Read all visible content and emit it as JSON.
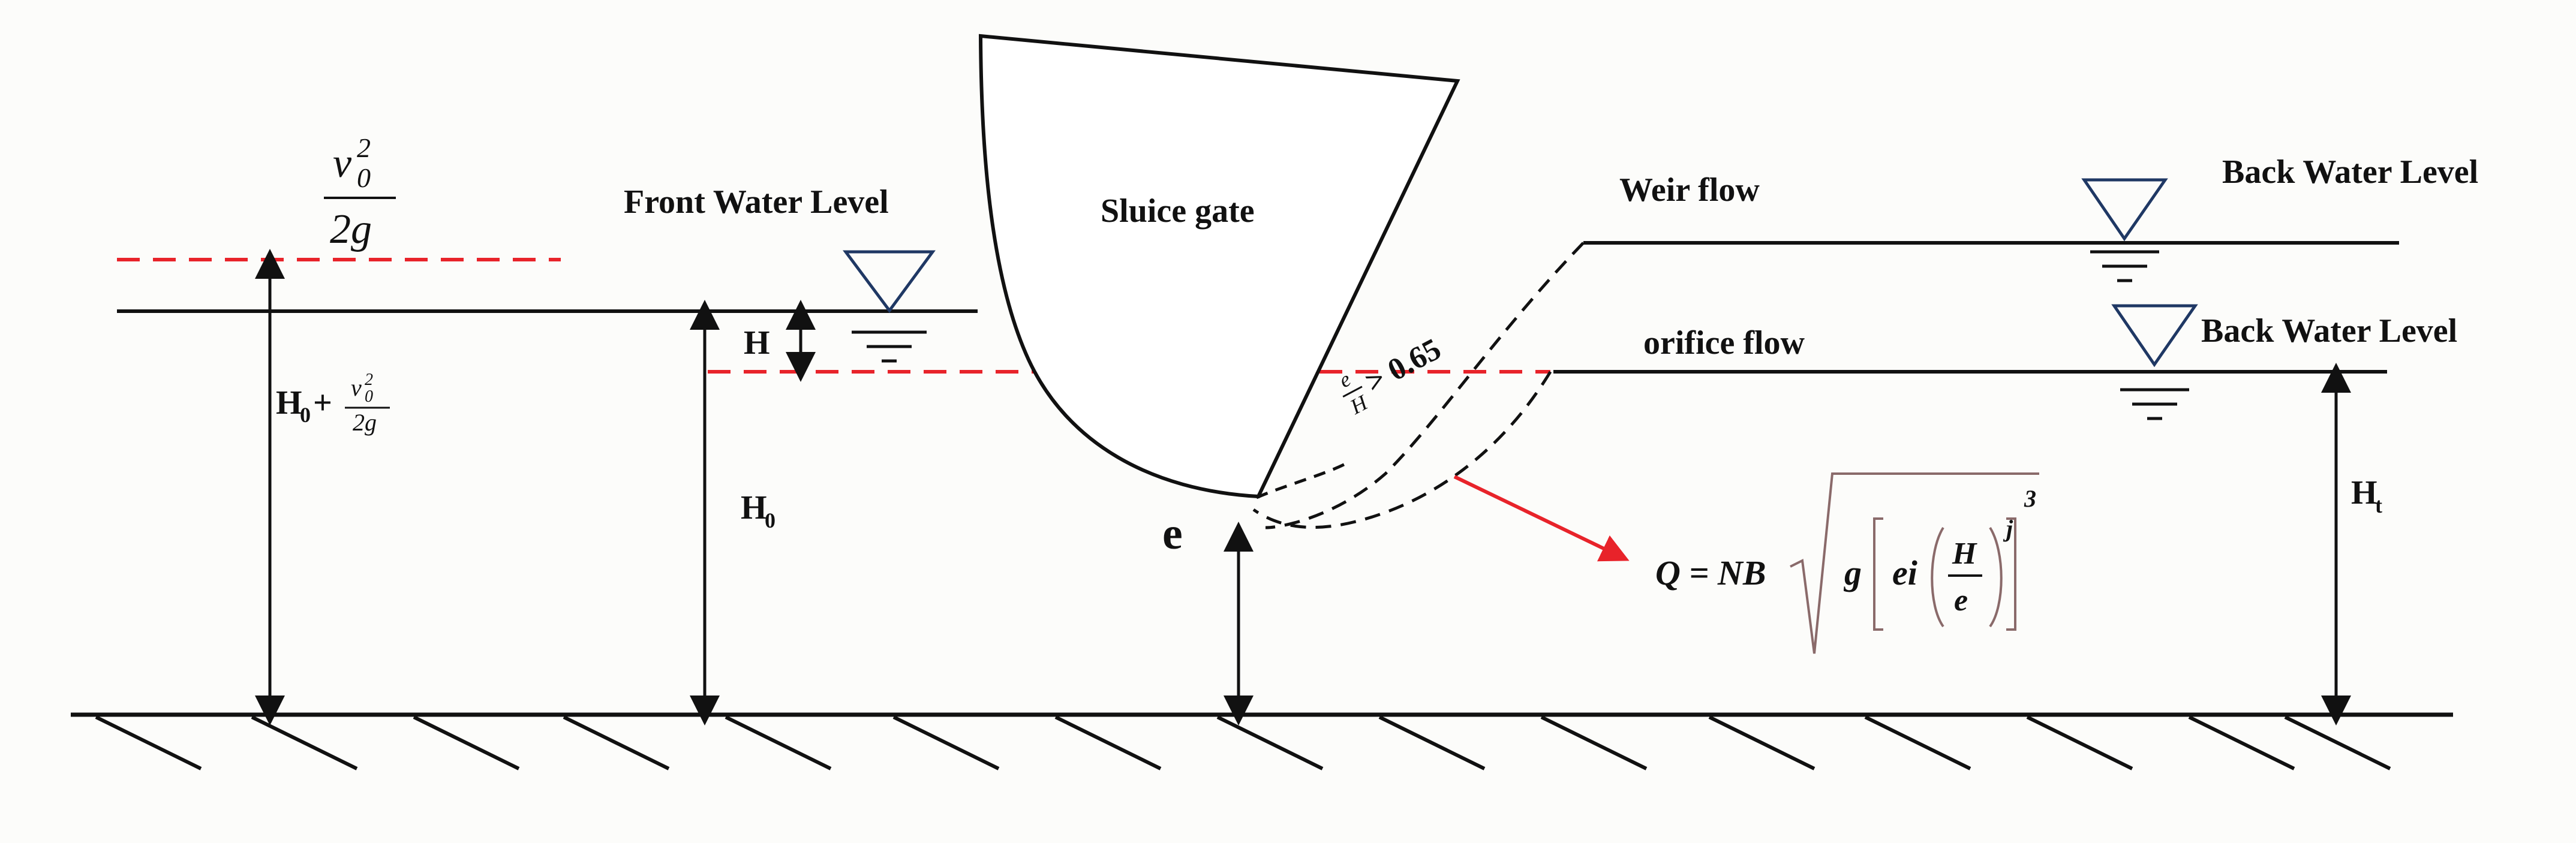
{
  "labels": {
    "front_water_level": "Front Water Level",
    "sluice_gate": "Sluice gate",
    "weir_flow": "Weir flow",
    "orifice_flow": "orifice flow",
    "back_water_level_upper": "Back Water Level",
    "back_water_level_lower": "Back Water Level",
    "velocity_head_num": "v",
    "velocity_head_sup": "2",
    "velocity_head_sub": "0",
    "velocity_head_den": "2g",
    "total_head_prefix": "H",
    "total_head_sub": "0",
    "total_head_plus": "+",
    "total_head_frac_num": "v",
    "total_head_frac_sup": "2",
    "total_head_frac_sub": "0",
    "total_head_frac_den": "2g",
    "h_label": "H",
    "h0_label": "H",
    "h0_sub": "0",
    "ht_label": "H",
    "ht_sub": "t",
    "e_label": "e",
    "ratio_num": "e",
    "ratio_den": "H",
    "ratio_op": "> 0.65"
  },
  "formula": {
    "lhs": "Q = NB",
    "g": "g",
    "ei": "ei",
    "frac_num": "H",
    "frac_den": "e",
    "exp_j": "j",
    "exp_3": "3"
  },
  "colors": {
    "line": "#111111",
    "dashed_red": "#e8232a",
    "arrow_red": "#e8232a",
    "triangle": "#1f3864",
    "formula_bracket": "#8a6a6a"
  }
}
